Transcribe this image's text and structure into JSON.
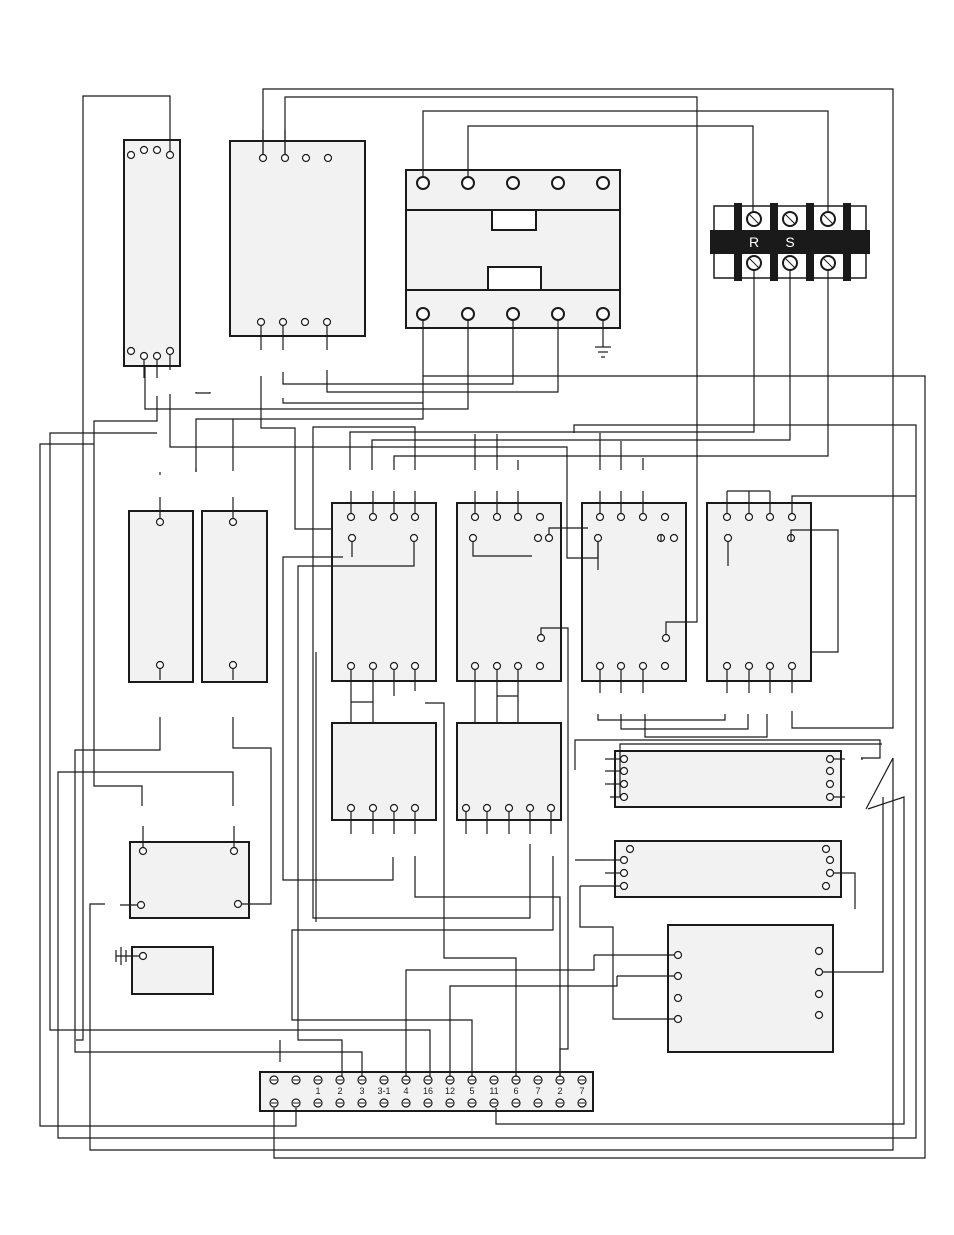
{
  "terminal_block": {
    "phase_labels": [
      "R",
      "S"
    ]
  },
  "terminal_strip": {
    "labels": [
      "",
      "",
      "1",
      "2",
      "3",
      "3-1",
      "4",
      "16",
      "12",
      "5",
      "11",
      "6",
      "7",
      "2",
      "7"
    ]
  },
  "colors": {
    "line": "#1a1a1a",
    "component_fill": "#f2f2f2",
    "terminal_block_band": "#1a1a1a"
  }
}
